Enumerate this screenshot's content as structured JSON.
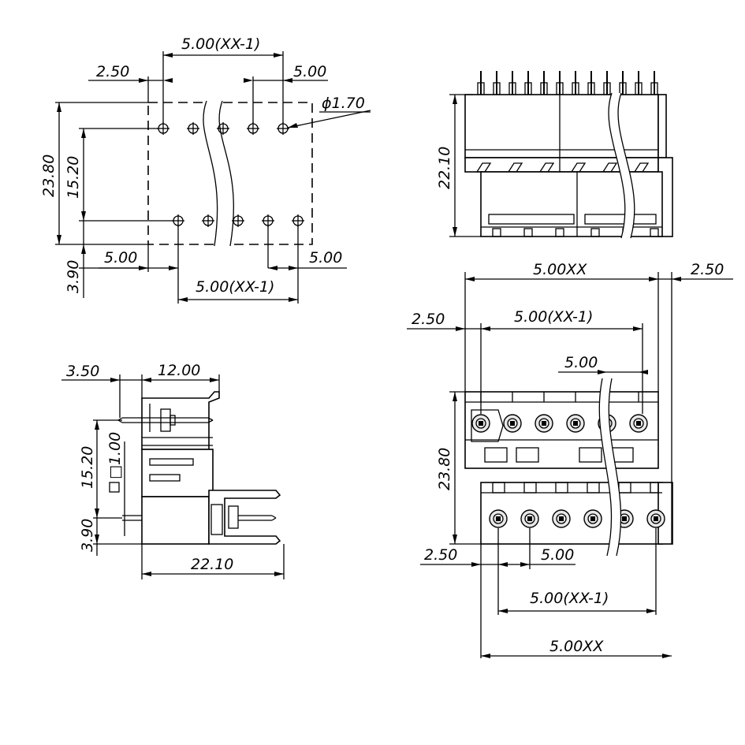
{
  "top_left": {
    "dim_top_span": "5.00(XX-1)",
    "dim_edge": "2.50",
    "dim_pitch_top": "5.00",
    "dim_hole": "ϕ1.70",
    "dim_height": "23.80",
    "dim_row": "15.20",
    "dim_bottom": "3.90",
    "dim_lower_offset": "5.00",
    "dim_lower_pitch": "5.00",
    "dim_lower_span": "5.00(XX-1)"
  },
  "top_right": {
    "dim_height": "22.10"
  },
  "bottom_left": {
    "dim_pin_offset": "3.50",
    "dim_header_depth": "12.00",
    "dim_row": "15.20",
    "dim_pin_size": "□1.00",
    "dim_bottom": "3.90",
    "dim_width": "22.10"
  },
  "bottom_right": {
    "dim_top_overall": "5.00XX",
    "dim_top_right_edge": "2.50",
    "dim_top_span": "5.00(XX-1)",
    "dim_top_left_edge": "2.50",
    "dim_top_pitch": "5.00",
    "dim_height": "23.80",
    "dim_bottom_left_edge": "2.50",
    "dim_bottom_pitch": "5.00",
    "dim_bottom_span": "5.00(XX-1)",
    "dim_bottom_overall": "5.00XX"
  }
}
